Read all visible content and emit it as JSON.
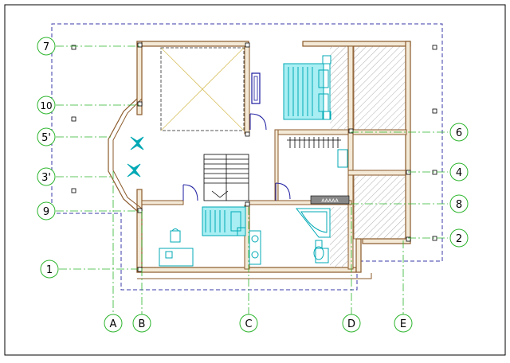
{
  "sheet": {
    "background": "#ffffff",
    "frame_color": "#000000",
    "grid_color": "#2db52d",
    "dash_color": "#3a3aaa",
    "wall_color": "#8b5a2b",
    "wall_fill": "#f3e9d6",
    "furniture_color": "#00a9b5",
    "door_color": "#1a1aa0"
  },
  "grid_axes": {
    "horizontal": [
      {
        "label": "7",
        "side": "left"
      },
      {
        "label": "10",
        "side": "left"
      },
      {
        "label": "5'",
        "side": "left"
      },
      {
        "label": "3'",
        "side": "left"
      },
      {
        "label": "9",
        "side": "left"
      },
      {
        "label": "1",
        "side": "left"
      },
      {
        "label": "6",
        "side": "right"
      },
      {
        "label": "4",
        "side": "right"
      },
      {
        "label": "8",
        "side": "right"
      },
      {
        "label": "2",
        "side": "right"
      }
    ],
    "vertical": [
      {
        "label": "A"
      },
      {
        "label": "B"
      },
      {
        "label": "C"
      },
      {
        "label": "D"
      },
      {
        "label": "E"
      }
    ]
  },
  "kitchen_label": "AAAAA"
}
